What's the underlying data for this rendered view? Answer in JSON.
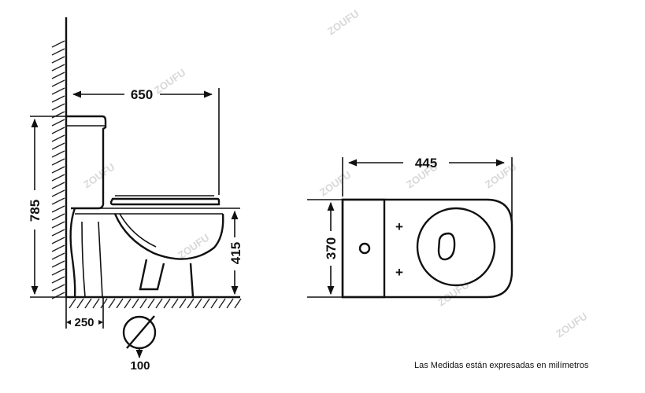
{
  "side_view": {
    "dim_length": "650",
    "dim_height": "785",
    "dim_seat_height": "415",
    "dim_outlet_distance": "250",
    "dim_outlet_diameter": "100"
  },
  "top_view": {
    "dim_width": "445",
    "dim_depth": "370",
    "plus_symbol": "+"
  },
  "note": "Las Medidas están expresadas en milímetros",
  "watermark": "ZOUFU"
}
